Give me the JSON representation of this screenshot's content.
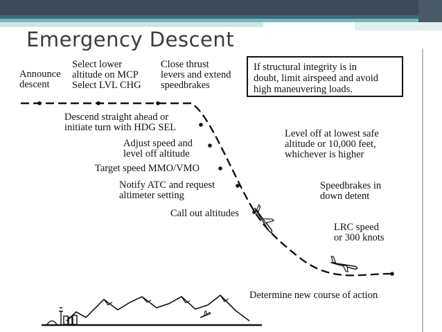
{
  "slide": {
    "title": "Emergency Descent",
    "colors": {
      "band_dark": "#3a4a56",
      "band_teal": "#2f6f78",
      "band_light": "#7fb3b8",
      "band_pale": "#d3e3e3",
      "text": "#111111",
      "title": "#3b3b3b"
    }
  },
  "diagram": {
    "steps": {
      "announce": [
        "Announce",
        "descent"
      ],
      "select_lower": [
        "Select lower",
        "altitude on MCP",
        "Select LVL CHG"
      ],
      "close_thrust": [
        "Close thrust",
        "levers and extend",
        "speedbrakes"
      ],
      "descend_straight": [
        "Descend straight ahead or",
        "initiate turn with HDG SEL"
      ],
      "adjust_speed": [
        "Adjust speed and",
        "level off altitude"
      ],
      "target_speed": [
        "Target speed MMO/VMO"
      ],
      "notify_atc": [
        "Notify ATC and request",
        "altimeter setting"
      ],
      "call_out": [
        "Call out altitudes"
      ],
      "level_off": [
        "Level off at lowest safe",
        "altitude or 10,000 feet,",
        "whichever is higher"
      ],
      "speedbrakes_down": [
        "Speedbrakes in",
        "down detent"
      ],
      "lrc_speed": [
        "LRC speed",
        "or 300 knots"
      ],
      "determine": [
        "Determine new course of action"
      ]
    },
    "caution_box": [
      "If structural integrity is in",
      "doubt, limit airspeed and avoid",
      "high maneuvering loads."
    ]
  }
}
